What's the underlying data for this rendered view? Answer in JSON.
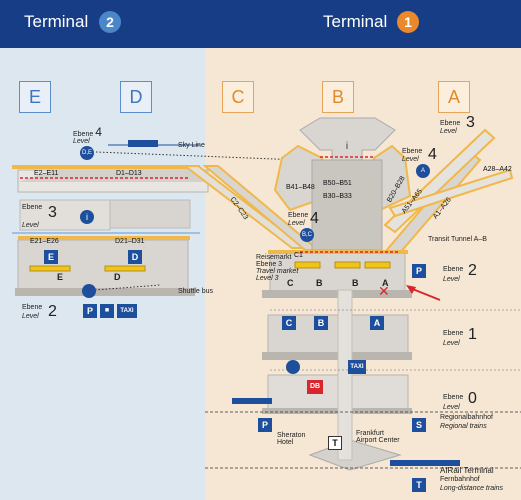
{
  "header": {
    "terminal2_label": "Terminal",
    "terminal2_number": "2",
    "terminal1_label": "Terminal",
    "terminal1_number": "1"
  },
  "concourses": {
    "e": "E",
    "d": "D",
    "c": "C",
    "b": "B",
    "a": "A"
  },
  "levels": {
    "ebene": "Ebene",
    "level": "Level",
    "l4": "4",
    "l3": "3",
    "l2": "2",
    "l1": "1",
    "l0": "0"
  },
  "gates": {
    "e2_e11": "E2–E11",
    "d1_d13": "D1–D13",
    "e21_e26": "E21–E26",
    "d21_d31": "D21–D31",
    "c2_c23": "C2–C23",
    "b41_b48": "B41–B48",
    "b50_b51": "B50–B51",
    "b30_b33": "B30–B33",
    "b20_b28": "B20–B28",
    "a51_a65": "A51–A65",
    "a1_a26": "A1–A26",
    "a28_a42": "A28–A42",
    "c1": "C1"
  },
  "labels": {
    "sky_line": "Sky Line",
    "shuttle_bus": "Shuttle bus",
    "transit_tunnel": "Transit Tunnel A–B",
    "reisemarkt": "Reisemarkt",
    "ebene3": "Ebene 3",
    "travel_market": "Travel market",
    "level3": "Level 3",
    "regionalbahnhof": "Regionalbahnhof",
    "regional_trains": "Regional trains",
    "airrail_terminal": "AIRail Terminal",
    "fernbahnhof": "Fernbahnhof",
    "long_distance": "Long-distance trains",
    "sheraton_1": "Sheraton",
    "sheraton_2": "Hotel",
    "frankfurt_1": "Frankfurt",
    "frankfurt_2": "Airport Center",
    "taxi": "TAXI",
    "parking": "P",
    "s_bahn": "S",
    "train_t": "T",
    "db": "DB",
    "info": "i",
    "de": "D,E",
    "bc": "B,C",
    "a_marker": "A"
  },
  "colors": {
    "header_blue": "#173d86",
    "terminal2_badge": "#4a86c8",
    "terminal1_badge": "#e8892b",
    "gate_pier": "#f0b84a",
    "red_dashed": "#d9262c"
  }
}
